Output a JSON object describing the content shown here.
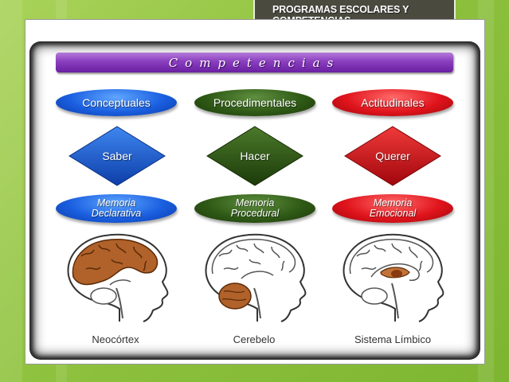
{
  "header": {
    "title_line1": "PROGRAMAS ESCOLARES Y",
    "title_line2": "COMPETENCIAS"
  },
  "banner": {
    "text": "Competencias"
  },
  "columns": [
    {
      "oval": "Conceptuales",
      "diamond": "Saber",
      "memory_line1": "Memoria",
      "memory_line2": "Declarativa",
      "brain_label": "Neocórtex",
      "color": "#1a5fe0"
    },
    {
      "oval": "Procedimentales",
      "diamond": "Hacer",
      "memory_line1": "Memoria",
      "memory_line2": "Procedural",
      "brain_label": "Cerebelo",
      "color": "#2f5a16"
    },
    {
      "oval": "Actitudinales",
      "diamond": "Querer",
      "memory_line1": "Memoria",
      "memory_line2": "Emocional",
      "brain_label": "Sistema Límbico",
      "color": "#e0141c"
    }
  ],
  "colors": {
    "background": "#8fc23e",
    "banner": "#8a3fbf",
    "brain_highlight": "#b0622a",
    "title_box": "#4a4a3f"
  }
}
